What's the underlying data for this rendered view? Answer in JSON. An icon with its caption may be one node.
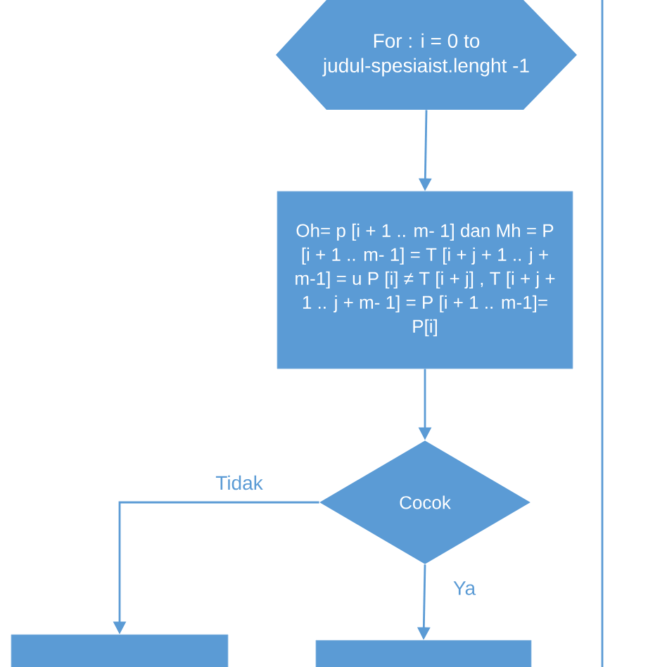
{
  "diagram": {
    "nodes": [
      {
        "text": [
          "For : i = 0 to judul-spesiaist.lenght -1"
        ]
      },
      {
        "text": [
          "Oh= p [i + 1 .. m- 1] dan Mh = P [i + 1 .. m- 1] = T [i + j + 1 .. j + m-1] = u P [i] ≠ T [i + j] , T [i + j + 1 .. j + m- 1] = P [i + 1 .. m-1]= P[i]"
        ]
      },
      {
        "text": [
          "Cocok"
        ]
      },
      {
        "text": [],
        "shape": "box"
      },
      {
        "text": [],
        "shape": "box"
      }
    ],
    "edges": [
      {
        "from": 0,
        "to": 1,
        "arrow": "to"
      },
      {
        "from": 1,
        "to": 2,
        "arrow": "to"
      },
      {
        "from": 2,
        "to": 3,
        "arrow": "to",
        "label": "Tidak"
      },
      {
        "from": 2,
        "to": 4,
        "arrow": "to",
        "label": "Ya"
      }
    ]
  }
}
